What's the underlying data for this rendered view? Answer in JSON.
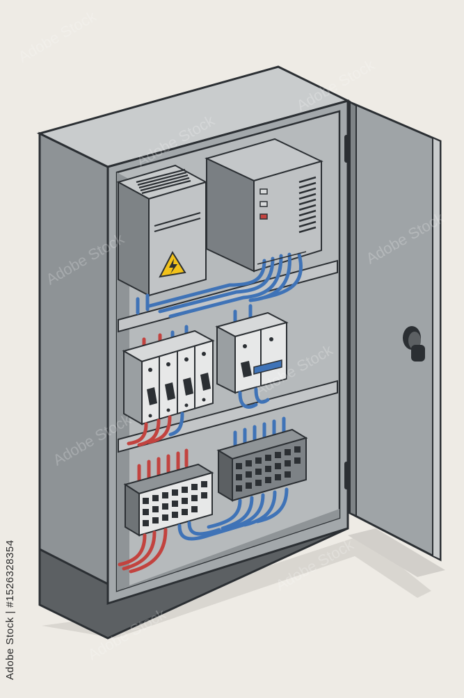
{
  "image": {
    "subject": "electrical-distribution-cabinet",
    "palette": {
      "background": "#eeebe5",
      "cabinet_body": "#a3a8ab",
      "cabinet_side": "#8e9396",
      "cabinet_top": "#c9cccd",
      "interior": "#b6babc",
      "base": "#5c6063",
      "outline": "#2b2f33",
      "door": "#9fa4a7",
      "device_dark": "#7d8286",
      "device_light": "#d3d5d6",
      "breaker_white": "#e7e8e8",
      "wire_blue": "#3f73b7",
      "wire_red": "#c2433f",
      "warning_yellow": "#f2c21a"
    },
    "icons": {
      "warning": "high-voltage-warning-icon",
      "handle": "door-handle-icon",
      "hinge": "door-hinge-icon"
    }
  },
  "watermark": {
    "stock_id": "Adobe Stock | #1526328354",
    "brand_text": "Adobe Stock"
  }
}
